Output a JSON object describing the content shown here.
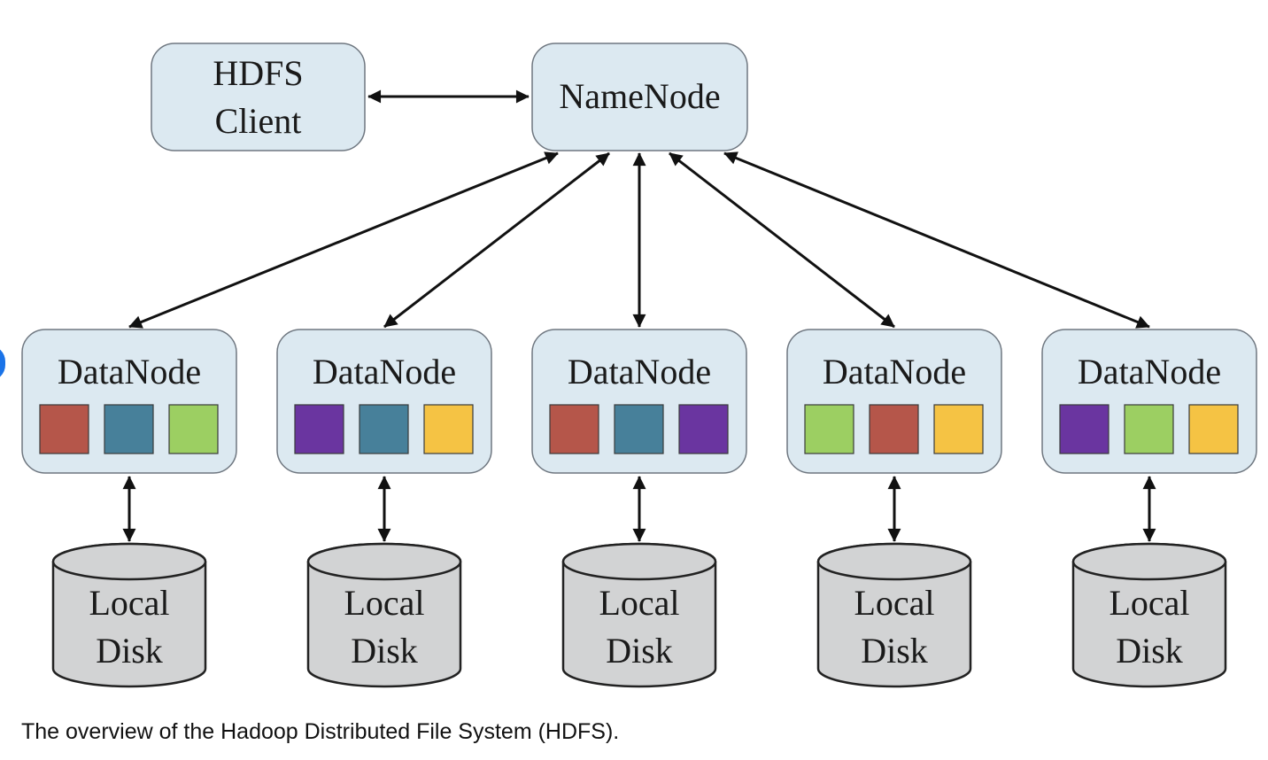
{
  "client": {
    "line1": "HDFS",
    "line2": "Client"
  },
  "namenode": {
    "label": "NameNode"
  },
  "datanodes": [
    {
      "label": "DataNode",
      "blocks": [
        "red",
        "teal",
        "green"
      ]
    },
    {
      "label": "DataNode",
      "blocks": [
        "purple",
        "teal",
        "yellow"
      ]
    },
    {
      "label": "DataNode",
      "blocks": [
        "red",
        "teal",
        "purple"
      ]
    },
    {
      "label": "DataNode",
      "blocks": [
        "green",
        "red",
        "yellow"
      ]
    },
    {
      "label": "DataNode",
      "blocks": [
        "purple",
        "green",
        "yellow"
      ]
    }
  ],
  "disks": [
    {
      "line1": "Local",
      "line2": "Disk"
    },
    {
      "line1": "Local",
      "line2": "Disk"
    },
    {
      "line1": "Local",
      "line2": "Disk"
    },
    {
      "line1": "Local",
      "line2": "Disk"
    },
    {
      "line1": "Local",
      "line2": "Disk"
    }
  ],
  "block_colors": {
    "red": "#b5564a",
    "teal": "#47809a",
    "green": "#9ccf62",
    "purple": "#6a35a0",
    "yellow": "#f5c344"
  },
  "caption": "The overview of the Hadoop Distributed File System (HDFS)."
}
